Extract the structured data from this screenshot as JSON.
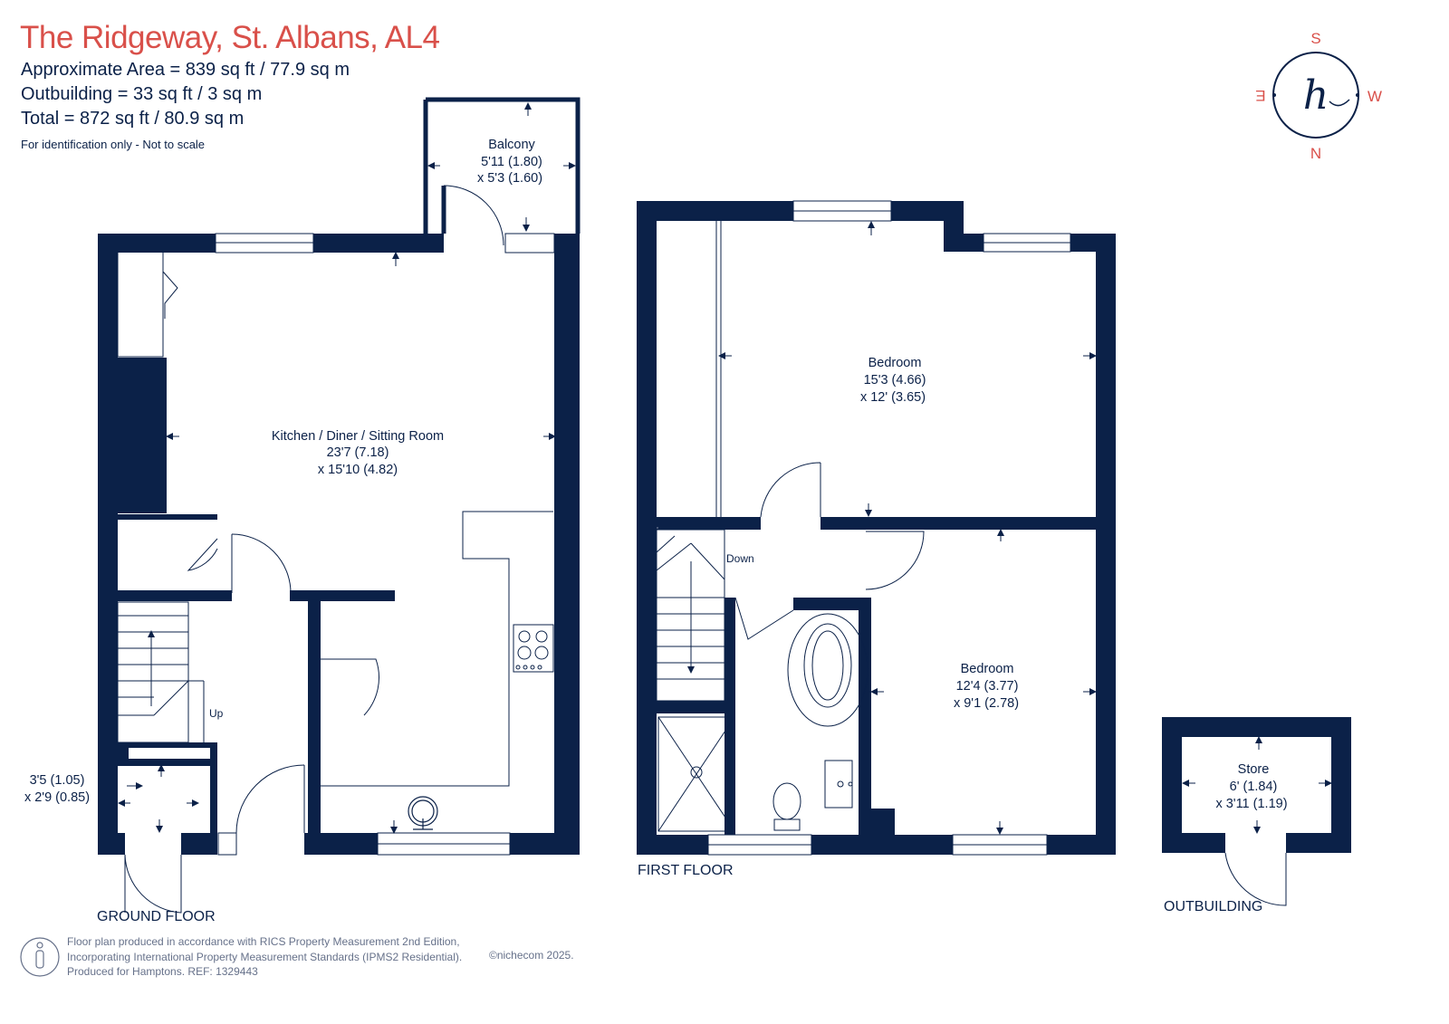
{
  "header": {
    "title": "The Ridgeway, St. Albans, AL4",
    "area_main": "Approximate Area = 839 sq ft / 77.9 sq m",
    "area_outbuilding": "Outbuilding = 33 sq ft / 3 sq m",
    "area_total": "Total = 872 sq ft / 80.9 sq m",
    "note": "For identification only - Not to scale"
  },
  "compass": {
    "top": "S",
    "bottom": "N",
    "left": "E",
    "right": "W",
    "logo_letter": "h"
  },
  "rooms": {
    "balcony": {
      "name": "Balcony",
      "dim1": "5'11 (1.80)",
      "dim2": "x 5'3 (1.60)"
    },
    "kitchen": {
      "name": "Kitchen / Diner / Sitting Room",
      "dim1": "23'7 (7.18)",
      "dim2": "x 15'10 (4.82)"
    },
    "cupboard": {
      "dim1": "3'5 (1.05)",
      "dim2": "x 2'9 (0.85)"
    },
    "bedroom1": {
      "name": "Bedroom",
      "dim1": "15'3 (4.66)",
      "dim2": "x 12' (3.65)"
    },
    "bedroom2": {
      "name": "Bedroom",
      "dim1": "12'4 (3.77)",
      "dim2": "x 9'1 (2.78)"
    },
    "store": {
      "name": "Store",
      "dim1": "6' (1.84)",
      "dim2": "x 3'11 (1.19)"
    }
  },
  "stairs": {
    "up": "Up",
    "down": "Down"
  },
  "floors": {
    "ground": "GROUND FLOOR",
    "first": "FIRST FLOOR",
    "outbuilding": "OUTBUILDING"
  },
  "footer": {
    "line1": "Floor plan produced in accordance with RICS Property Measurement 2nd Edition,",
    "line2": "Incorporating International Property Measurement Standards (IPMS2 Residential).",
    "line3": "Produced for Hamptons.  REF:  1329443",
    "copyright": "©nichecom 2025."
  },
  "colors": {
    "wall": "#0b2148",
    "title": "#d9504a",
    "footer_text": "#66718a"
  }
}
